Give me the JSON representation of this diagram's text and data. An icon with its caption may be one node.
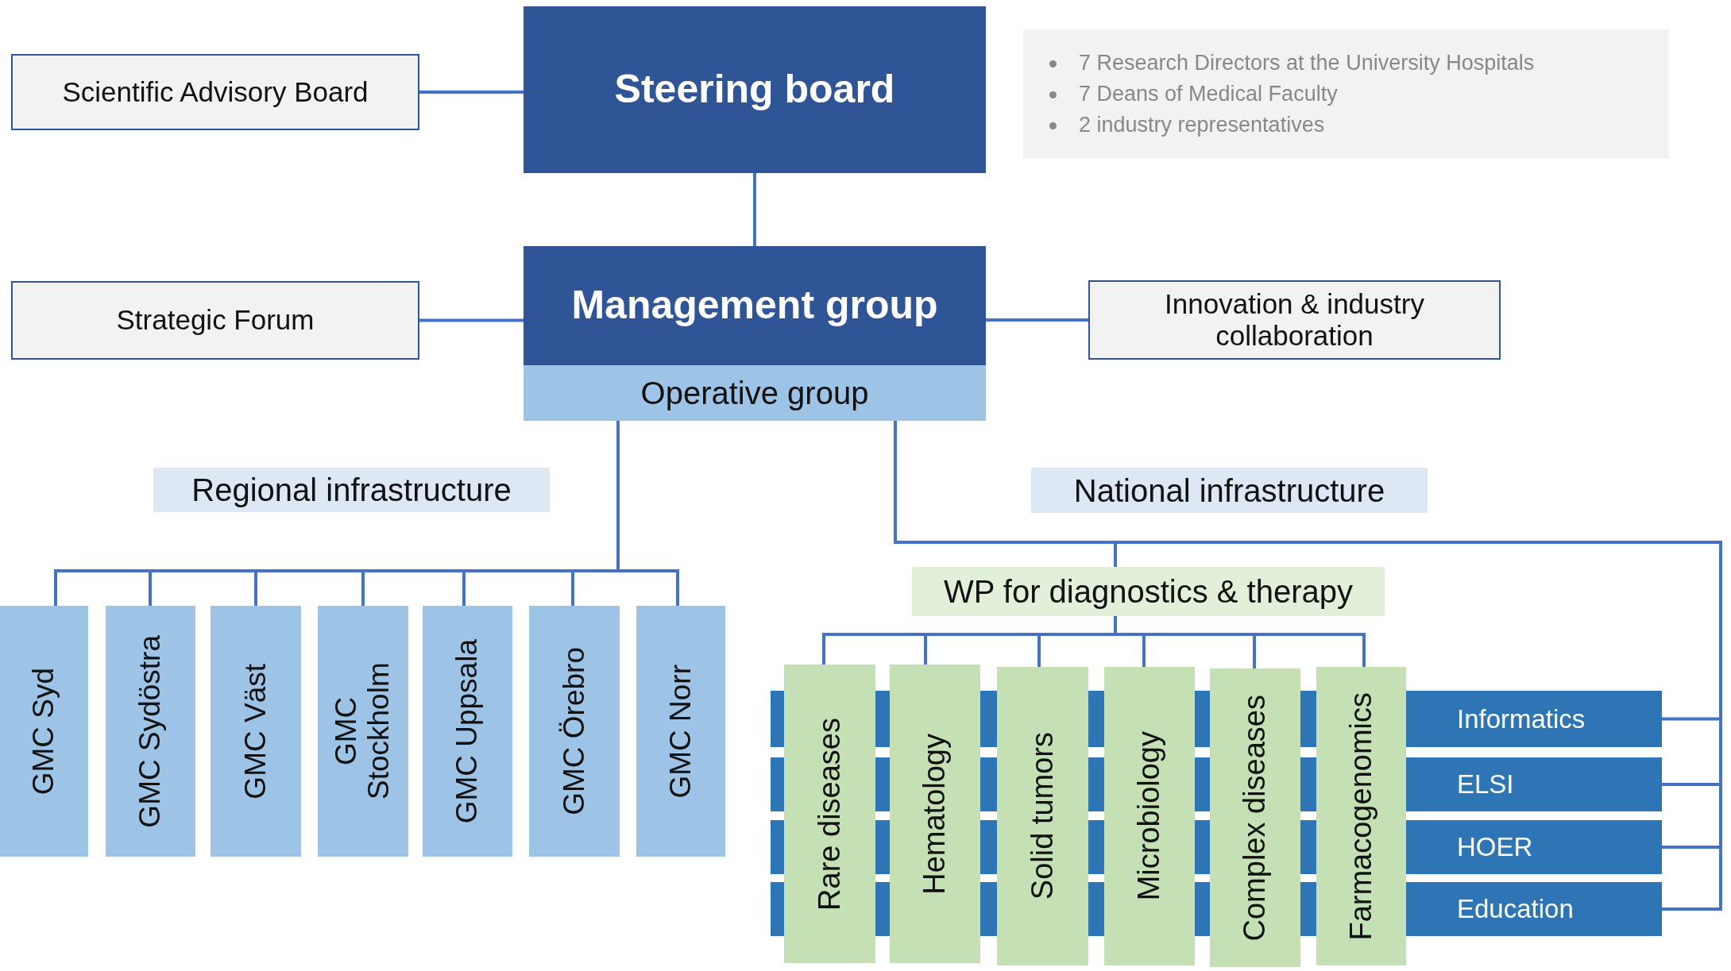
{
  "diagram": {
    "nodes": [
      {
        "text": [
          "Scientific Advisory Board"
        ]
      },
      {
        "text": [
          "Steering board"
        ]
      },
      {
        "text": [
          "7 Research Directors at the University Hospitals",
          "7 Deans of Medical Faculty",
          "2 industry representatives"
        ]
      },
      {
        "text": [
          "Strategic Forum"
        ]
      },
      {
        "text": [
          "Management group"
        ]
      },
      {
        "text": [
          "Operative group"
        ]
      },
      {
        "text": [
          "Innovation & industry collaboration"
        ]
      },
      {
        "text": [
          "Regional infrastructure"
        ]
      },
      {
        "text": [
          "National infrastructure"
        ]
      },
      {
        "text": [
          "GMC Syd"
        ]
      },
      {
        "text": [
          "GMC Sydöstra"
        ]
      },
      {
        "text": [
          "GMC Väst"
        ]
      },
      {
        "text": [
          "GMC Stockholm"
        ]
      },
      {
        "text": [
          "GMC Uppsala"
        ]
      },
      {
        "text": [
          "GMC Örebro"
        ]
      },
      {
        "text": [
          "GMC Norr"
        ]
      },
      {
        "text": [
          "WP for diagnostics & therapy"
        ]
      },
      {
        "text": [
          "Rare diseases"
        ]
      },
      {
        "text": [
          "Hematology"
        ]
      },
      {
        "text": [
          "Solid tumors"
        ]
      },
      {
        "text": [
          "Microbiology"
        ]
      },
      {
        "text": [
          "Complex diseases"
        ]
      },
      {
        "text": [
          "Farmacogenomics"
        ]
      },
      {
        "text": [
          "Informatics"
        ]
      },
      {
        "text": [
          "ELSI"
        ]
      },
      {
        "text": [
          "HOER"
        ]
      },
      {
        "text": [
          "Education"
        ]
      }
    ],
    "edges": [
      {
        "from": 0,
        "to": 1,
        "arrow": "none"
      },
      {
        "from": 1,
        "to": 4,
        "arrow": "none"
      },
      {
        "from": 3,
        "to": 4,
        "arrow": "none"
      },
      {
        "from": 4,
        "to": 6,
        "arrow": "none"
      },
      {
        "from": 5,
        "to": 9,
        "arrow": "none"
      },
      {
        "from": 5,
        "to": 10,
        "arrow": "none"
      },
      {
        "from": 5,
        "to": 11,
        "arrow": "none"
      },
      {
        "from": 5,
        "to": 12,
        "arrow": "none"
      },
      {
        "from": 5,
        "to": 13,
        "arrow": "none"
      },
      {
        "from": 5,
        "to": 14,
        "arrow": "none"
      },
      {
        "from": 5,
        "to": 15,
        "arrow": "none"
      },
      {
        "from": 5,
        "to": 16,
        "arrow": "none"
      },
      {
        "from": 16,
        "to": 17,
        "arrow": "none"
      },
      {
        "from": 16,
        "to": 18,
        "arrow": "none"
      },
      {
        "from": 16,
        "to": 19,
        "arrow": "none"
      },
      {
        "from": 16,
        "to": 20,
        "arrow": "none"
      },
      {
        "from": 16,
        "to": 21,
        "arrow": "none"
      },
      {
        "from": 16,
        "to": 22,
        "arrow": "none"
      },
      {
        "from": 5,
        "to": 23,
        "arrow": "none"
      },
      {
        "from": 5,
        "to": 24,
        "arrow": "none"
      },
      {
        "from": 5,
        "to": 25,
        "arrow": "none"
      },
      {
        "from": 5,
        "to": 26,
        "arrow": "none"
      }
    ]
  }
}
